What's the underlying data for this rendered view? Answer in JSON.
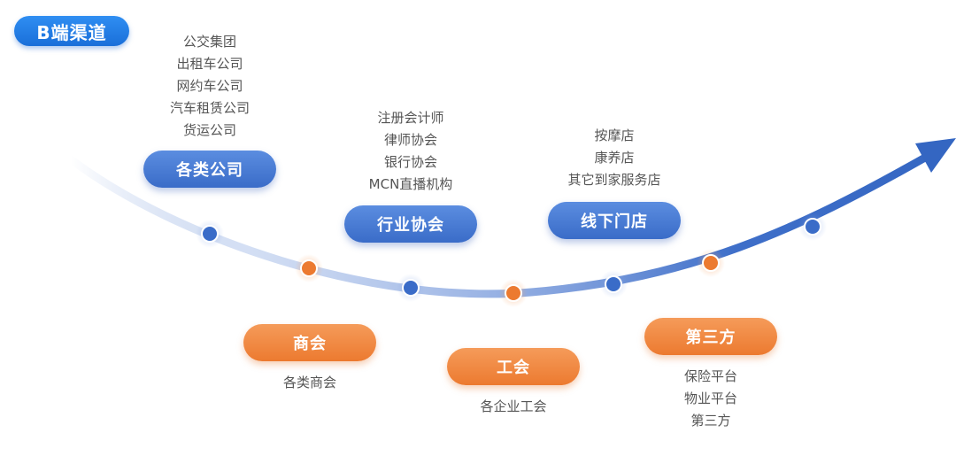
{
  "title": "B端渠道",
  "colors": {
    "title_blue": "#1a6fd9",
    "node_blue": "#3a6cc8",
    "node_orange": "#ec7a30",
    "text_gray": "#555555"
  },
  "groups": {
    "company": {
      "label": "各类公司",
      "items": [
        "公交集团",
        "出租车公司",
        "网约车公司",
        "汽车租赁公司",
        "货运公司"
      ]
    },
    "chamber": {
      "label": "商会",
      "items": [
        "各类商会"
      ]
    },
    "association": {
      "label": "行业协会",
      "items": [
        "注册会计师",
        "律师协会",
        "银行协会",
        "MCN直播机构"
      ]
    },
    "union": {
      "label": "工会",
      "items": [
        "各企业工会"
      ]
    },
    "store": {
      "label": "线下门店",
      "items": [
        "按摩店",
        "康养店",
        "其它到家服务店"
      ]
    },
    "third_party": {
      "label": "第三方",
      "items": [
        "保险平台",
        "物业平台",
        "第三方"
      ]
    }
  },
  "curve_nodes": [
    "blue",
    "orange",
    "blue",
    "orange",
    "blue",
    "orange",
    "blue"
  ]
}
